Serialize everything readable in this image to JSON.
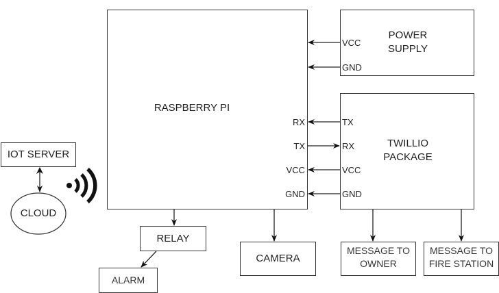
{
  "raspberry_pi": {
    "label": "RASPBERRY PI",
    "pins": [
      "RX",
      "TX",
      "VCC",
      "GND"
    ]
  },
  "power_supply": {
    "label_line1": "POWER",
    "label_line2": "SUPPLY",
    "pins": [
      "VCC",
      "GND"
    ]
  },
  "twillio": {
    "label_line1": "TWILLIO",
    "label_line2": "PACKAGE",
    "pins": [
      "TX",
      "RX",
      "VCC",
      "GND"
    ]
  },
  "iot_server": {
    "label": "IOT SERVER"
  },
  "cloud": {
    "label": "CLOUD"
  },
  "wireless_icon": "wifi-signal-icon",
  "relay": {
    "label": "RELAY"
  },
  "alarm": {
    "label": "ALARM"
  },
  "camera": {
    "label": "CAMERA"
  },
  "message_owner": {
    "label_line1": "MESSAGE TO",
    "label_line2": "OWNER"
  },
  "message_fire": {
    "label_line1": "MESSAGE TO",
    "label_line2": "FIRE STATION"
  },
  "colors": {
    "stroke": "#222222",
    "background": "#ffffff"
  }
}
